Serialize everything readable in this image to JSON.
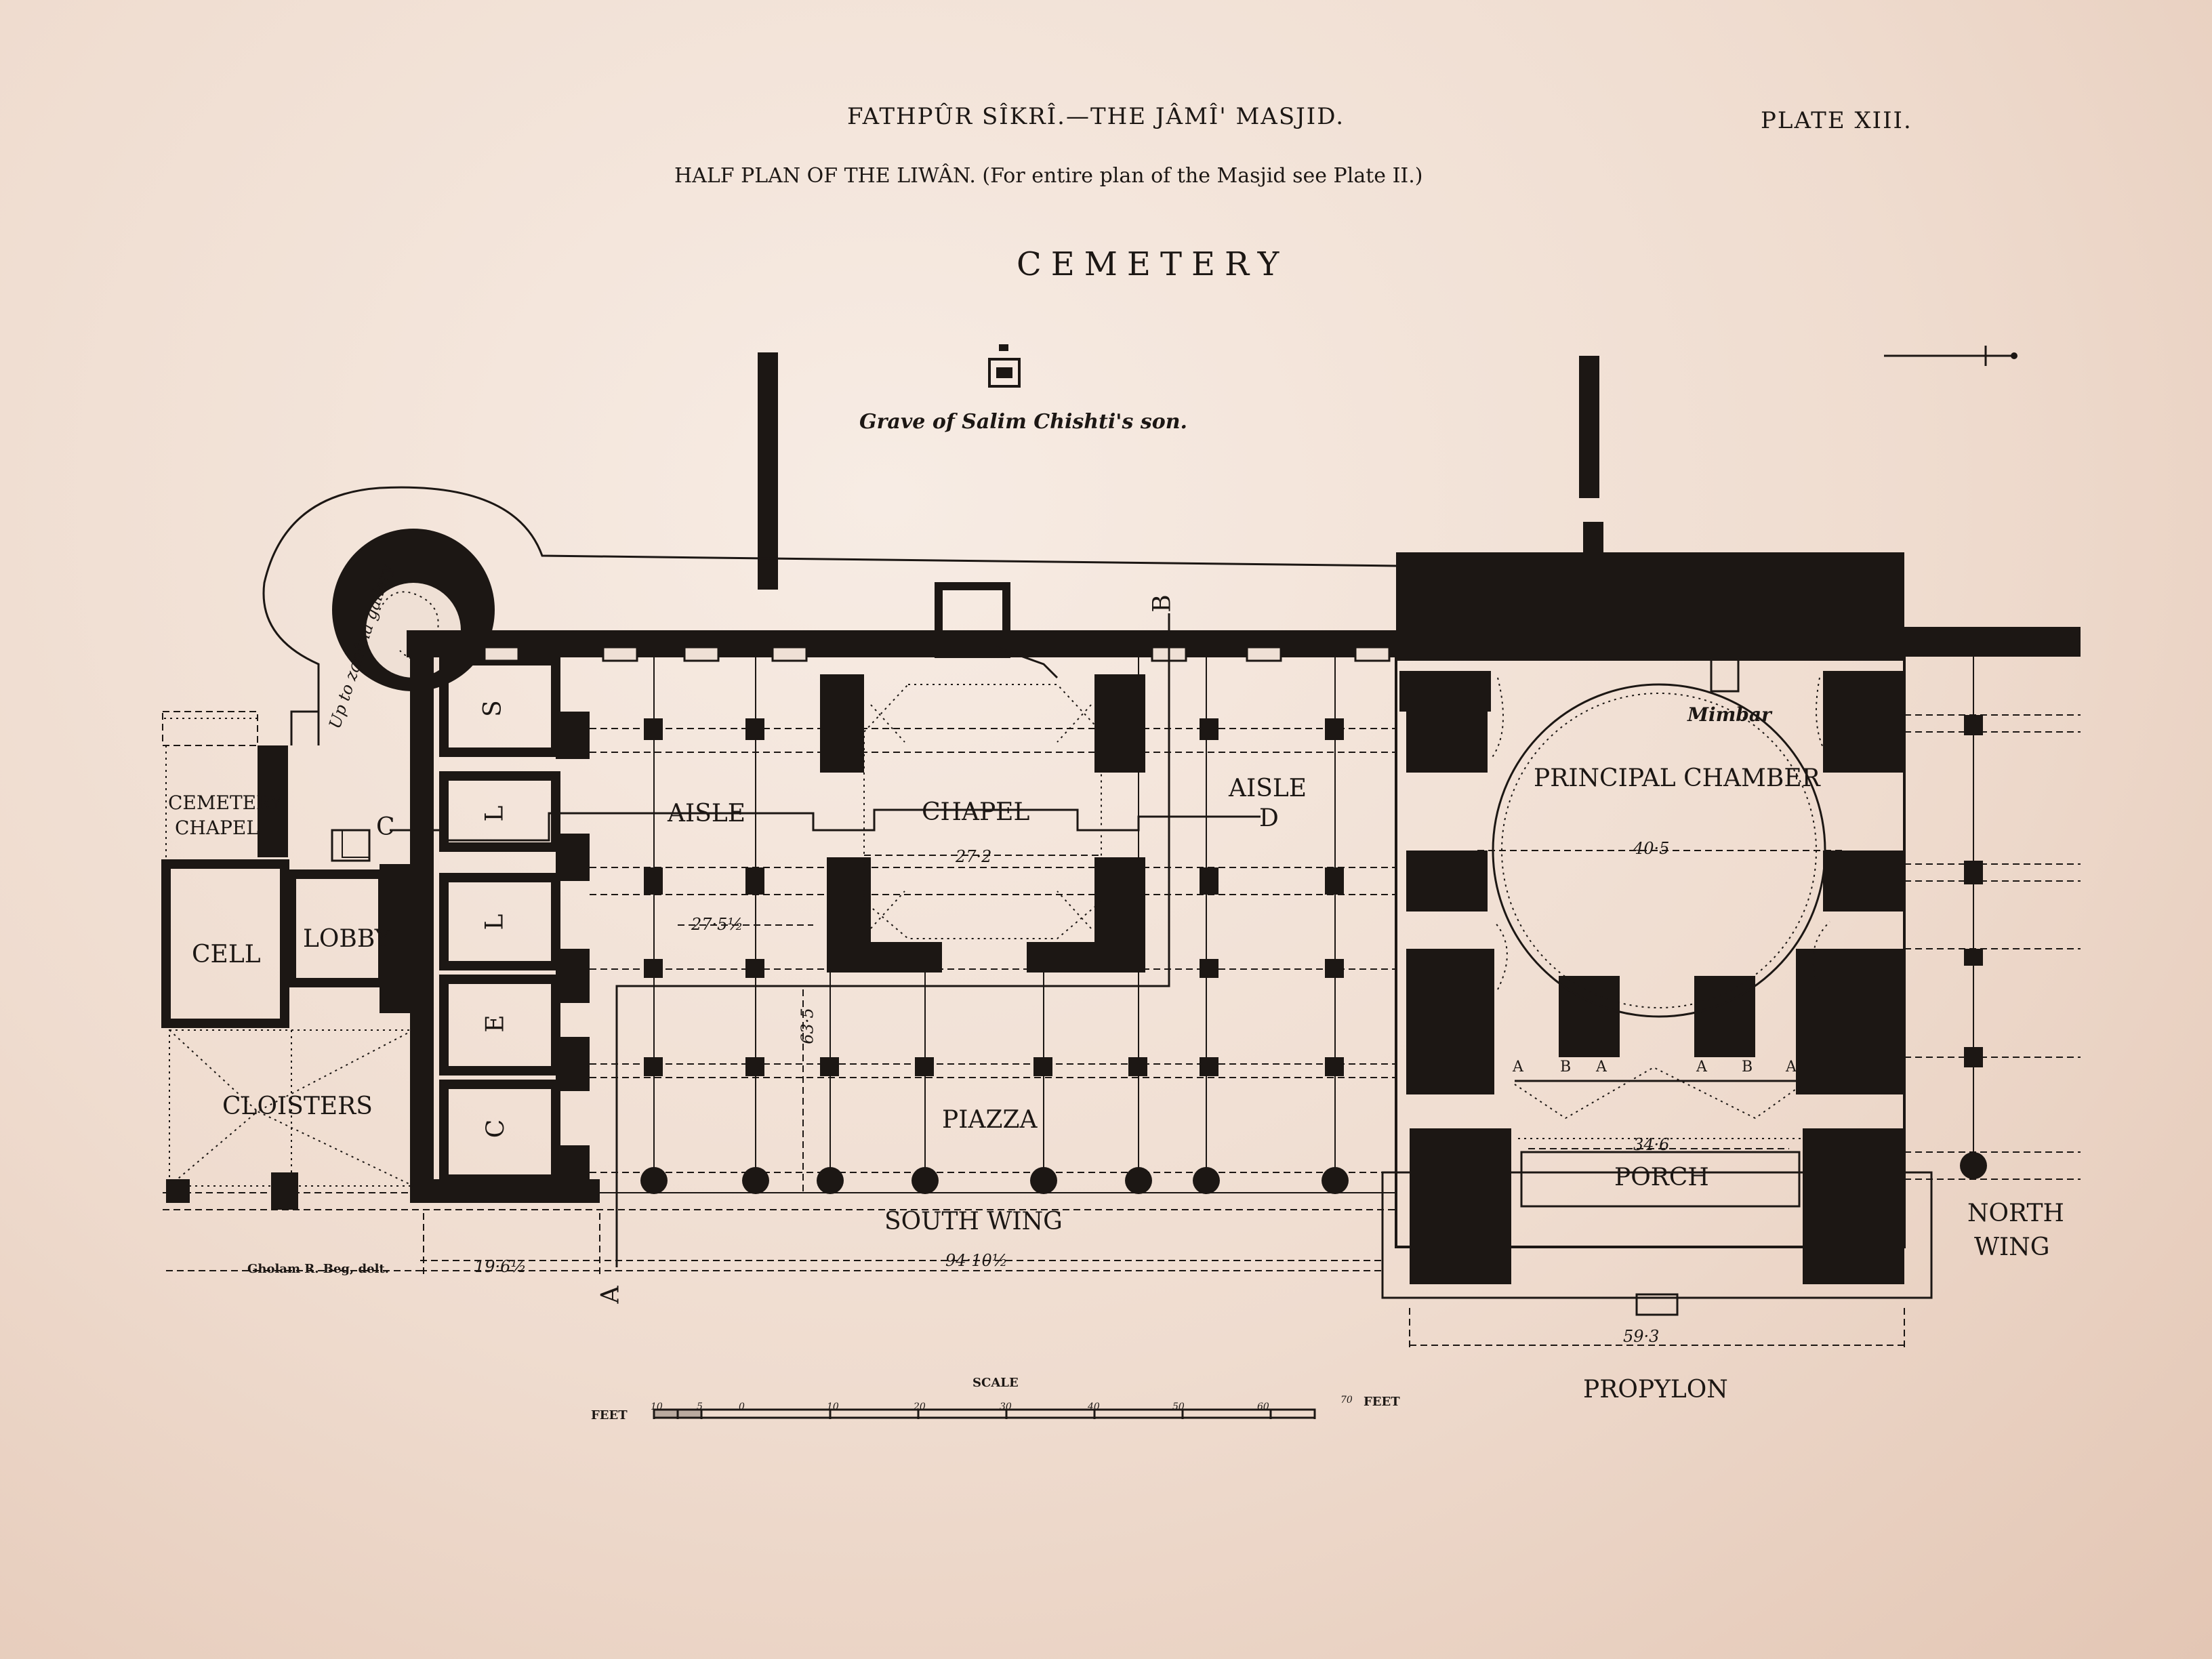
{
  "header": {
    "title": "FATHPÛR SÎKRÎ.—THE JÂMÎ' MASJID.",
    "plate": "PLATE XIII.",
    "subtitle": "HALF PLAN OF THE LIWÂN.  (For entire plan of the Masjid see Plate II.)",
    "section": "CEMETERY"
  },
  "annotations": {
    "grave": "Grave of Salim Chishti's son.",
    "stair": "Up to zanâna gallery",
    "mimbar": "Mimbar",
    "delineator": "Gholam R. Beg, delt."
  },
  "rooms": {
    "cemetery_chapel_1": "CEMETERY",
    "cemetery_chapel_2": "CHAPEL",
    "cell": "CELL",
    "lobby": "LOBBY",
    "cloisters": "CLOISTERS",
    "cells_letters": [
      "S",
      "L",
      "L",
      "E",
      "C"
    ],
    "aisle_left": "AISLE",
    "chapel": "CHAPEL",
    "aisle_right": "AISLE",
    "principal_chamber": "PRINCIPAL CHAMBER",
    "piazza": "PIAZZA",
    "porch": "PORCH",
    "south_wing": "SOUTH WING",
    "north_wing_1": "NORTH",
    "north_wing_2": "WING",
    "propylon": "PROPYLON"
  },
  "section_marks": {
    "a": "A",
    "b": "B",
    "c": "C",
    "d": "D"
  },
  "porch_marks": [
    "A",
    "B",
    "A",
    "A",
    "B",
    "A"
  ],
  "dimensions": {
    "chapel_width": "27·2",
    "aisle_depth": "27·5½",
    "piazza_depth": "63·5",
    "chamber_width": "40·5",
    "porch_width": "34·6",
    "south_wing_span": "19·6½",
    "liwan_span": "94·10½",
    "propylon_width": "59·3"
  },
  "scale": {
    "title": "SCALE",
    "unit_left": "FEET",
    "unit_right": "FEET",
    "ticks": [
      "10",
      "5",
      "0",
      "10",
      "20",
      "30",
      "40",
      "50",
      "60",
      "70"
    ]
  }
}
